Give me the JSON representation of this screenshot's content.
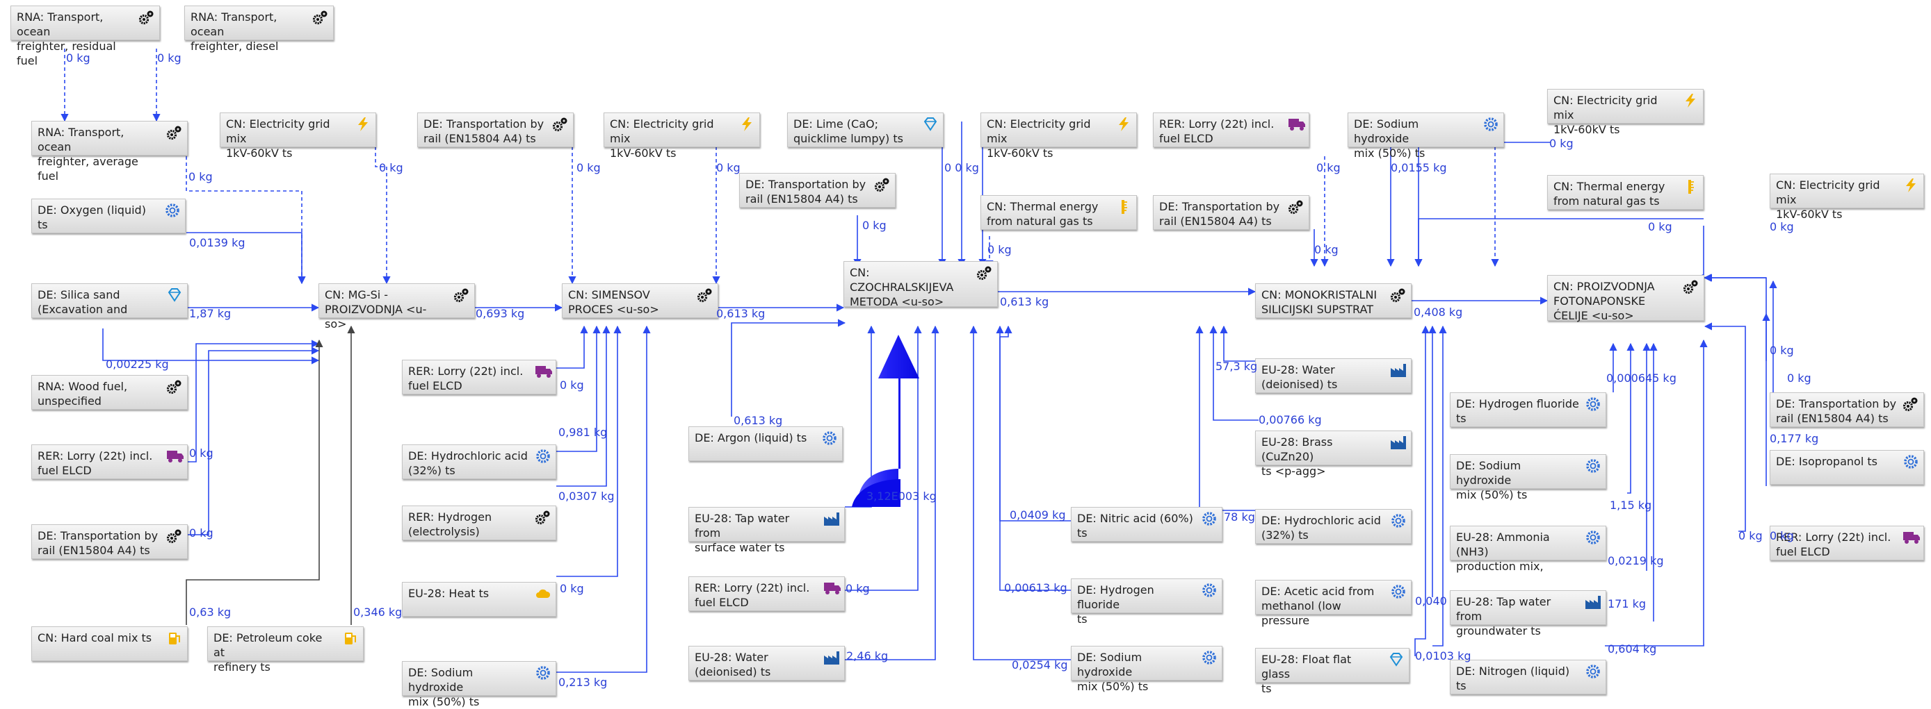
{
  "colors": {
    "link": "#2b49f0",
    "dark_link": "#444444",
    "label": "#2a3fd6",
    "big_arrow": "#1010ee"
  },
  "nodes": [
    {
      "id": "n01",
      "label": "RNA: Transport, ocean\nfreighter, residual fuel",
      "icon": "gear-pair-icon"
    },
    {
      "id": "n02",
      "label": "RNA: Transport, ocean\nfreighter, diesel",
      "icon": "gear-pair-icon"
    },
    {
      "id": "n03",
      "label": "RNA: Transport, ocean\nfreighter, average fuel",
      "icon": "gear-pair-icon"
    },
    {
      "id": "n04",
      "label": "DE: Oxygen (liquid) ts",
      "icon": "cog-icon"
    },
    {
      "id": "n05",
      "label": "DE: Silica sand\n(Excavation and",
      "icon": "diamond-icon"
    },
    {
      "id": "n06",
      "label": "RNA: Wood fuel,\nunspecified",
      "icon": "gear-pair-icon"
    },
    {
      "id": "n07",
      "label": "RER: Lorry (22t) incl.\nfuel ELCD",
      "icon": "truck-icon"
    },
    {
      "id": "n08",
      "label": "DE: Transportation by\nrail (EN15804 A4) ts",
      "icon": "gear-pair-icon"
    },
    {
      "id": "n09",
      "label": "CN: Hard coal mix ts",
      "icon": "fuel-icon"
    },
    {
      "id": "n10",
      "label": "DE: Petroleum coke at\nrefinery ts",
      "icon": "fuel-icon"
    },
    {
      "id": "n11",
      "label": "CN: Electricity grid mix\n1kV-60kV ts",
      "icon": "lightning-icon"
    },
    {
      "id": "n12",
      "label": "CN: MG-Si -\nPROIZVODNJA <u-so>",
      "icon": "gear-pair-icon"
    },
    {
      "id": "n13",
      "label": "DE: Transportation by\nrail (EN15804 A4) ts",
      "icon": "gear-pair-icon"
    },
    {
      "id": "n14",
      "label": "CN: Electricity grid mix\n1kV-60kV ts",
      "icon": "lightning-icon"
    },
    {
      "id": "n15",
      "label": "CN: SIMENSOV\nPROCES <u-so>",
      "icon": "gear-pair-icon"
    },
    {
      "id": "n16",
      "label": "RER: Lorry (22t) incl.\nfuel ELCD",
      "icon": "truck-icon"
    },
    {
      "id": "n17",
      "label": "DE: Hydrochloric acid\n(32%) ts",
      "icon": "cog-icon"
    },
    {
      "id": "n18",
      "label": "RER: Hydrogen\n(electrolysis)",
      "icon": "gear-pair-icon"
    },
    {
      "id": "n19",
      "label": "EU-28: Heat ts",
      "icon": "cloud-icon"
    },
    {
      "id": "n20",
      "label": "DE: Sodium hydroxide\nmix (50%) ts",
      "icon": "cog-icon"
    },
    {
      "id": "n21",
      "label": "DE: Lime (CaO;\nquicklime lumpy) ts",
      "icon": "diamond-icon"
    },
    {
      "id": "n22",
      "label": "DE: Transportation by\nrail (EN15804 A4) ts",
      "icon": "gear-pair-icon"
    },
    {
      "id": "n23",
      "label": "CN:\nCZOCHRALSKIJEVA\nMETODA <u-so>",
      "icon": "gear-pair-icon"
    },
    {
      "id": "n24",
      "label": "DE: Argon (liquid) ts",
      "icon": "cog-icon"
    },
    {
      "id": "n25",
      "label": "EU-28: Tap water from\nsurface water ts",
      "icon": "factory-icon"
    },
    {
      "id": "n26",
      "label": "RER: Lorry (22t) incl.\nfuel ELCD",
      "icon": "truck-icon"
    },
    {
      "id": "n27",
      "label": "EU-28: Water\n(deionised) ts",
      "icon": "factory-icon"
    },
    {
      "id": "n28",
      "label": "CN: Electricity grid mix\n1kV-60kV ts",
      "icon": "lightning-icon"
    },
    {
      "id": "n29",
      "label": "CN: Thermal energy\nfrom natural gas ts",
      "icon": "thermometer-icon"
    },
    {
      "id": "n30",
      "label": "DE: Nitric acid (60%) ts",
      "icon": "cog-icon"
    },
    {
      "id": "n31",
      "label": "DE: Hydrogen fluoride\nts",
      "icon": "cog-icon"
    },
    {
      "id": "n32",
      "label": "DE: Sodium hydroxide\nmix (50%) ts",
      "icon": "cog-icon"
    },
    {
      "id": "n33",
      "label": "RER: Lorry (22t) incl.\nfuel ELCD",
      "icon": "truck-icon"
    },
    {
      "id": "n34",
      "label": "DE: Transportation by\nrail (EN15804 A4) ts",
      "icon": "gear-pair-icon"
    },
    {
      "id": "n35",
      "label": "DE: Sodium hydroxide\nmix (50%) ts",
      "icon": "cog-icon"
    },
    {
      "id": "n36",
      "label": "CN: MONOKRISTALNI\nSILICIJSKI SUPSTRAT",
      "icon": "gear-pair-icon"
    },
    {
      "id": "n37",
      "label": "EU-28: Water\n(deionised) ts",
      "icon": "factory-icon"
    },
    {
      "id": "n38",
      "label": "EU-28: Brass (CuZn20)\nts <p-agg>",
      "icon": "factory-icon"
    },
    {
      "id": "n39",
      "label": "DE: Hydrochloric acid\n(32%) ts",
      "icon": "cog-icon"
    },
    {
      "id": "n40",
      "label": "DE: Acetic acid from\nmethanol (low pressure",
      "icon": "cog-icon"
    },
    {
      "id": "n41",
      "label": "EU-28: Float flat glass\nts",
      "icon": "diamond-icon"
    },
    {
      "id": "n42",
      "label": "CN: Electricity grid mix\n1kV-60kV ts",
      "icon": "lightning-icon"
    },
    {
      "id": "n43",
      "label": "CN: Thermal energy\nfrom natural gas ts",
      "icon": "thermometer-icon"
    },
    {
      "id": "n44",
      "label": "CN: Electricity grid mix\n1kV-60kV ts",
      "icon": "lightning-icon"
    },
    {
      "id": "n45",
      "label": "CN: PROIZVODNJA\nFOTONAPONSKE\nĆELIJE <u-so>",
      "icon": "gear-pair-icon"
    },
    {
      "id": "n46",
      "label": "DE: Hydrogen fluoride\nts",
      "icon": "cog-icon"
    },
    {
      "id": "n47",
      "label": "DE: Sodium hydroxide\nmix (50%) ts",
      "icon": "cog-icon"
    },
    {
      "id": "n48",
      "label": "EU-28: Ammonia (NH3)\nproduction mix,",
      "icon": "cog-icon"
    },
    {
      "id": "n49",
      "label": "EU-28: Tap water from\ngroundwater ts",
      "icon": "factory-icon"
    },
    {
      "id": "n50",
      "label": "DE: Nitrogen (liquid) ts",
      "icon": "cog-icon"
    },
    {
      "id": "n51",
      "label": "DE: Transportation by\nrail (EN15804 A4) ts",
      "icon": "gear-pair-icon"
    },
    {
      "id": "n52",
      "label": "DE: Isopropanol ts",
      "icon": "cog-icon"
    },
    {
      "id": "n53",
      "label": "RER: Lorry (22t) incl.\nfuel ELCD",
      "icon": "truck-icon"
    }
  ],
  "flow_labels": [
    {
      "id": "f01",
      "text": "0 kg"
    },
    {
      "id": "f02",
      "text": "0 kg"
    },
    {
      "id": "f03",
      "text": "0 kg"
    },
    {
      "id": "f04",
      "text": "0,0139 kg"
    },
    {
      "id": "f05",
      "text": "1,87 kg"
    },
    {
      "id": "f06",
      "text": "0,00225 kg"
    },
    {
      "id": "f07",
      "text": "0 kg"
    },
    {
      "id": "f08",
      "text": "0 kg"
    },
    {
      "id": "f09",
      "text": "0,63 kg"
    },
    {
      "id": "f10",
      "text": "0,346 kg"
    },
    {
      "id": "f11",
      "text": "0 kg"
    },
    {
      "id": "f12",
      "text": "0,693 kg"
    },
    {
      "id": "f13",
      "text": "0 kg"
    },
    {
      "id": "f14",
      "text": "0 kg"
    },
    {
      "id": "f15",
      "text": "0 kg"
    },
    {
      "id": "f16",
      "text": "0,981 kg"
    },
    {
      "id": "f17",
      "text": "0,0307 kg"
    },
    {
      "id": "f18",
      "text": "0 kg"
    },
    {
      "id": "f19",
      "text": "0,213 kg"
    },
    {
      "id": "f20",
      "text": "0,613 kg"
    },
    {
      "id": "f21",
      "text": "0 kg"
    },
    {
      "id": "f22",
      "text": "0 0 kg"
    },
    {
      "id": "f23",
      "text": "0 kg"
    },
    {
      "id": "f24",
      "text": "0,613 kg"
    },
    {
      "id": "f25",
      "text": "0,613 kg"
    },
    {
      "id": "f26",
      "text": "3,12E003 kg"
    },
    {
      "id": "f27",
      "text": "0 kg"
    },
    {
      "id": "f28",
      "text": "2,46 kg"
    },
    {
      "id": "f29",
      "text": "0,0409 kg"
    },
    {
      "id": "f30",
      "text": "0,00613 kg"
    },
    {
      "id": "f31",
      "text": "0,0254 kg"
    },
    {
      "id": "f32",
      "text": "0 kg"
    },
    {
      "id": "f33",
      "text": "0 kg"
    },
    {
      "id": "f34",
      "text": "0,0155 kg"
    },
    {
      "id": "f35",
      "text": "0 kg"
    },
    {
      "id": "f36",
      "text": "0 kg"
    },
    {
      "id": "f37",
      "text": "0,408 kg"
    },
    {
      "id": "f38",
      "text": "57,3 kg"
    },
    {
      "id": "f39",
      "text": "0,00766 kg"
    },
    {
      "id": "f40",
      "text": "78 kg"
    },
    {
      "id": "f41",
      "text": "0,040"
    },
    {
      "id": "f42",
      "text": "0,0103 kg"
    },
    {
      "id": "f43",
      "text": "0 kg"
    },
    {
      "id": "f44",
      "text": "0 kg"
    },
    {
      "id": "f45",
      "text": "0 kg"
    },
    {
      "id": "f46",
      "text": "0,000645 kg"
    },
    {
      "id": "f47",
      "text": "1,15 kg"
    },
    {
      "id": "f48",
      "text": "0,0219 kg"
    },
    {
      "id": "f49",
      "text": "171 kg"
    },
    {
      "id": "f50",
      "text": "0,604 kg"
    },
    {
      "id": "f51",
      "text": "0 kg"
    },
    {
      "id": "f52",
      "text": "0,177 kg"
    },
    {
      "id": "f53",
      "text": "0 kg"
    }
  ]
}
